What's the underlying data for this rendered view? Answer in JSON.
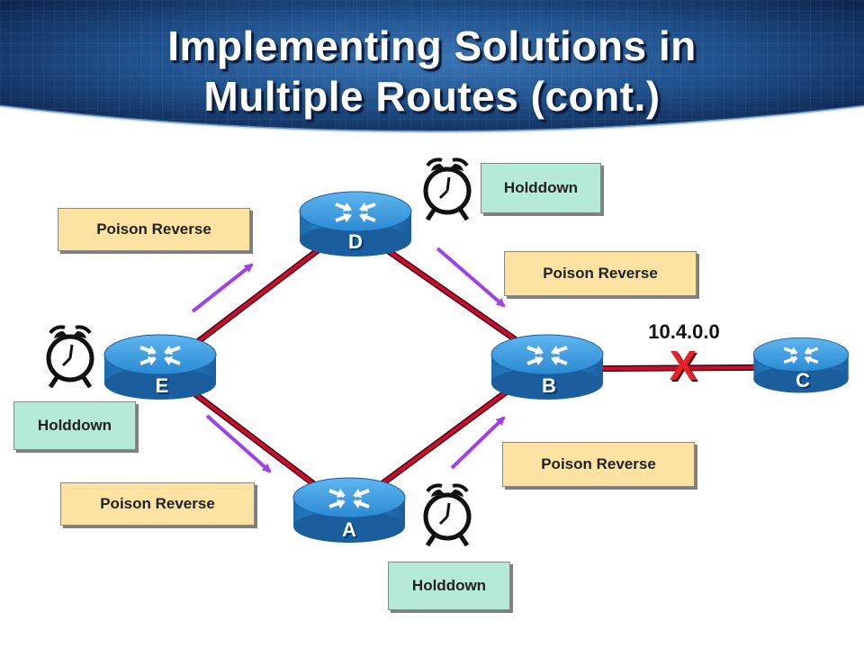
{
  "slide": {
    "title_line1": "Implementing Solutions in",
    "title_line2": "Multiple Routes (cont.)"
  },
  "routers": [
    {
      "id": "D",
      "label": "D"
    },
    {
      "id": "E",
      "label": "E"
    },
    {
      "id": "B",
      "label": "B"
    },
    {
      "id": "C",
      "label": "C"
    },
    {
      "id": "A",
      "label": "A"
    }
  ],
  "labels": {
    "poison_reverse": "Poison Reverse",
    "holddown": "Holddown"
  },
  "boxes": [
    {
      "id": "pr-top-left",
      "kind": "poison_reverse",
      "text": "Poison Reverse"
    },
    {
      "id": "hd-top",
      "kind": "holddown",
      "text": "Holddown"
    },
    {
      "id": "pr-top-right",
      "kind": "poison_reverse",
      "text": "Poison Reverse"
    },
    {
      "id": "hd-left",
      "kind": "holddown",
      "text": "Holddown"
    },
    {
      "id": "pr-bottom-right",
      "kind": "poison_reverse",
      "text": "Poison Reverse"
    },
    {
      "id": "pr-bottom-left",
      "kind": "poison_reverse",
      "text": "Poison Reverse"
    },
    {
      "id": "hd-bottom",
      "kind": "holddown",
      "text": "Holddown"
    }
  ],
  "network": {
    "address": "10.4.0.0",
    "failure_mark": "X"
  },
  "colors": {
    "header_blue": "#1e4f8a",
    "link_red": "#b3102a",
    "arrow_purple": "#a040e8",
    "router_blue": "#2a8ad2",
    "poison_box": "#fde3a1",
    "holddown_box": "#b5ead8"
  },
  "icons": [
    "alarm-clock-icon",
    "router-icon",
    "arrow-icon"
  ]
}
